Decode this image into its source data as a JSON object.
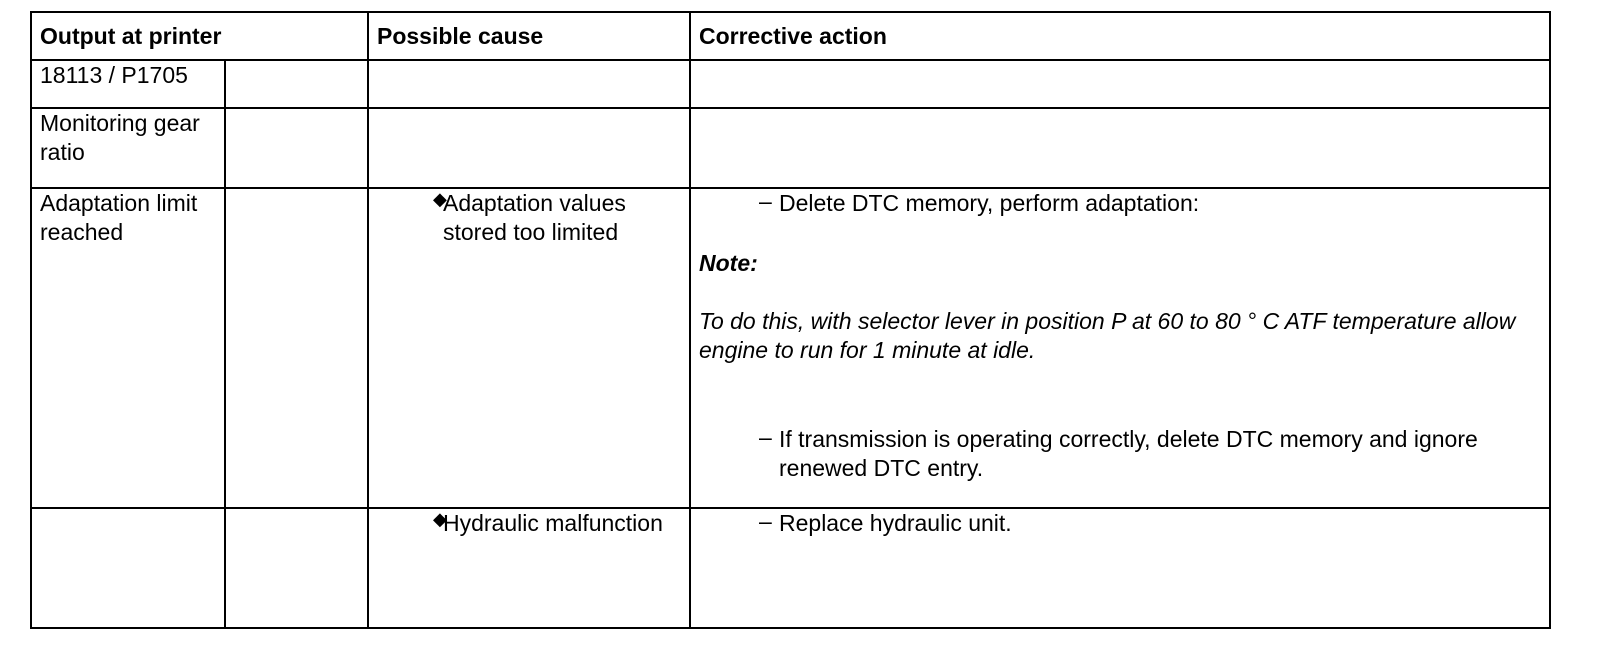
{
  "table": {
    "headers": {
      "output": "Output at printer",
      "cause": "Possible cause",
      "action": "Corrective action"
    },
    "code": "18113 / P1705",
    "monitoring": "Monitoring gear ratio",
    "adaptation": "Adaptation limit reached",
    "bullet_glyph": "◆",
    "dash_glyph": "–",
    "cause_1": "Adaptation values stored too limited",
    "action_1": "Delete DTC memory, perform adaptation:",
    "note_label": "Note:",
    "note_text": "To do this, with selector lever in position P at 60 to 80 ° C ATF temperature  allow engine to run for 1 minute at idle.",
    "action_2": "If transmission is operating correctly, delete DTC memory and ignore renewed DTC entry.",
    "cause_2": "Hydraulic malfunction",
    "action_3": "Replace hydraulic unit."
  }
}
